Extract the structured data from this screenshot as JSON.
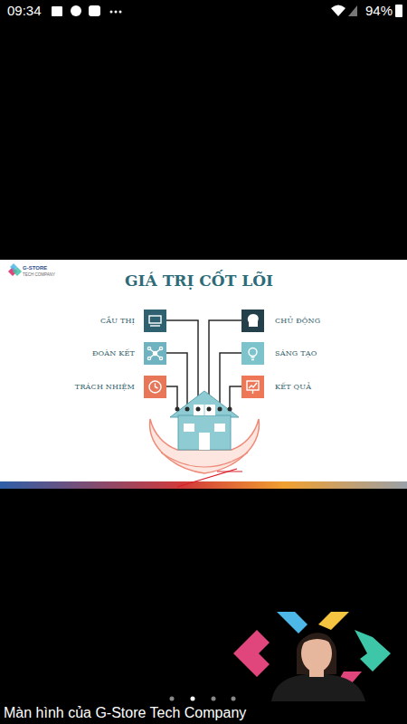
{
  "diagram": {
    "title": "GIÁ TRỊ CỐT LÕI",
    "nodes": [
      {
        "text": [
          "CẦU THỊ"
        ]
      },
      {
        "text": [
          "ĐOÀN KẾT"
        ]
      },
      {
        "text": [
          "TRÁCH NHIỆM"
        ]
      },
      {
        "text": [
          "CHỦ ĐỘNG"
        ]
      },
      {
        "text": [
          "SÁNG TẠO"
        ]
      },
      {
        "text": [
          "KẾT QUẢ"
        ]
      }
    ],
    "labels": [
      "09:34",
      "94%",
      "G-STORE",
      "TECH COMPANY",
      "Màn hình của G-Store Tech Company"
    ]
  }
}
